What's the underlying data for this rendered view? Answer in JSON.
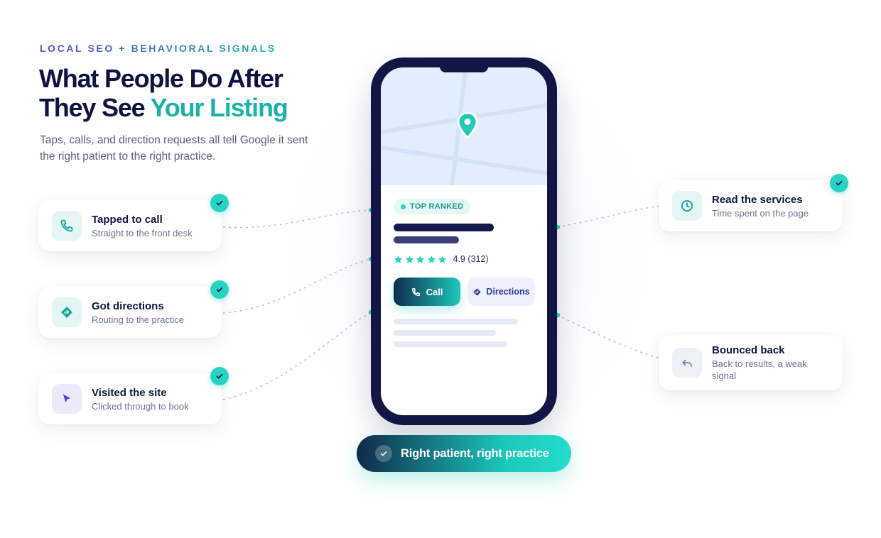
{
  "intro": {
    "eyebrow": "LOCAL SEO + BEHAVIORAL SIGNALS",
    "headline_part1": "What People Do After They See ",
    "headline_accent": "Your Listing",
    "subcopy": "Taps, calls, and direction requests all tell Google it sent the right patient to the right practice."
  },
  "signals_left": [
    {
      "title": "Tapped to call",
      "subtitle": "Straight to the front desk",
      "icon": "phone-icon",
      "checked": true
    },
    {
      "title": "Got directions",
      "subtitle": "Routing to the practice",
      "icon": "directions-icon",
      "checked": true
    },
    {
      "title": "Visited the site",
      "subtitle": "Clicked through to book",
      "icon": "cursor-icon",
      "checked": true
    }
  ],
  "signals_right": [
    {
      "title": "Read the services",
      "subtitle": "Time spent on the page",
      "icon": "clock-icon",
      "checked": true
    },
    {
      "title": "Bounced back",
      "subtitle": "Back to results, a weak signal",
      "icon": "back-arrow-icon",
      "checked": false
    }
  ],
  "listing": {
    "badge": "TOP RANKED",
    "rating_value": "4.9 (312)",
    "stars": 5,
    "call_label": "Call",
    "directions_label": "Directions"
  },
  "outcome": {
    "label": "Right patient, right practice"
  },
  "colors": {
    "navy": "#111646",
    "teal": "#27d3c3",
    "accent_text": "#1bb3a6",
    "purple": "#5b45e0"
  }
}
